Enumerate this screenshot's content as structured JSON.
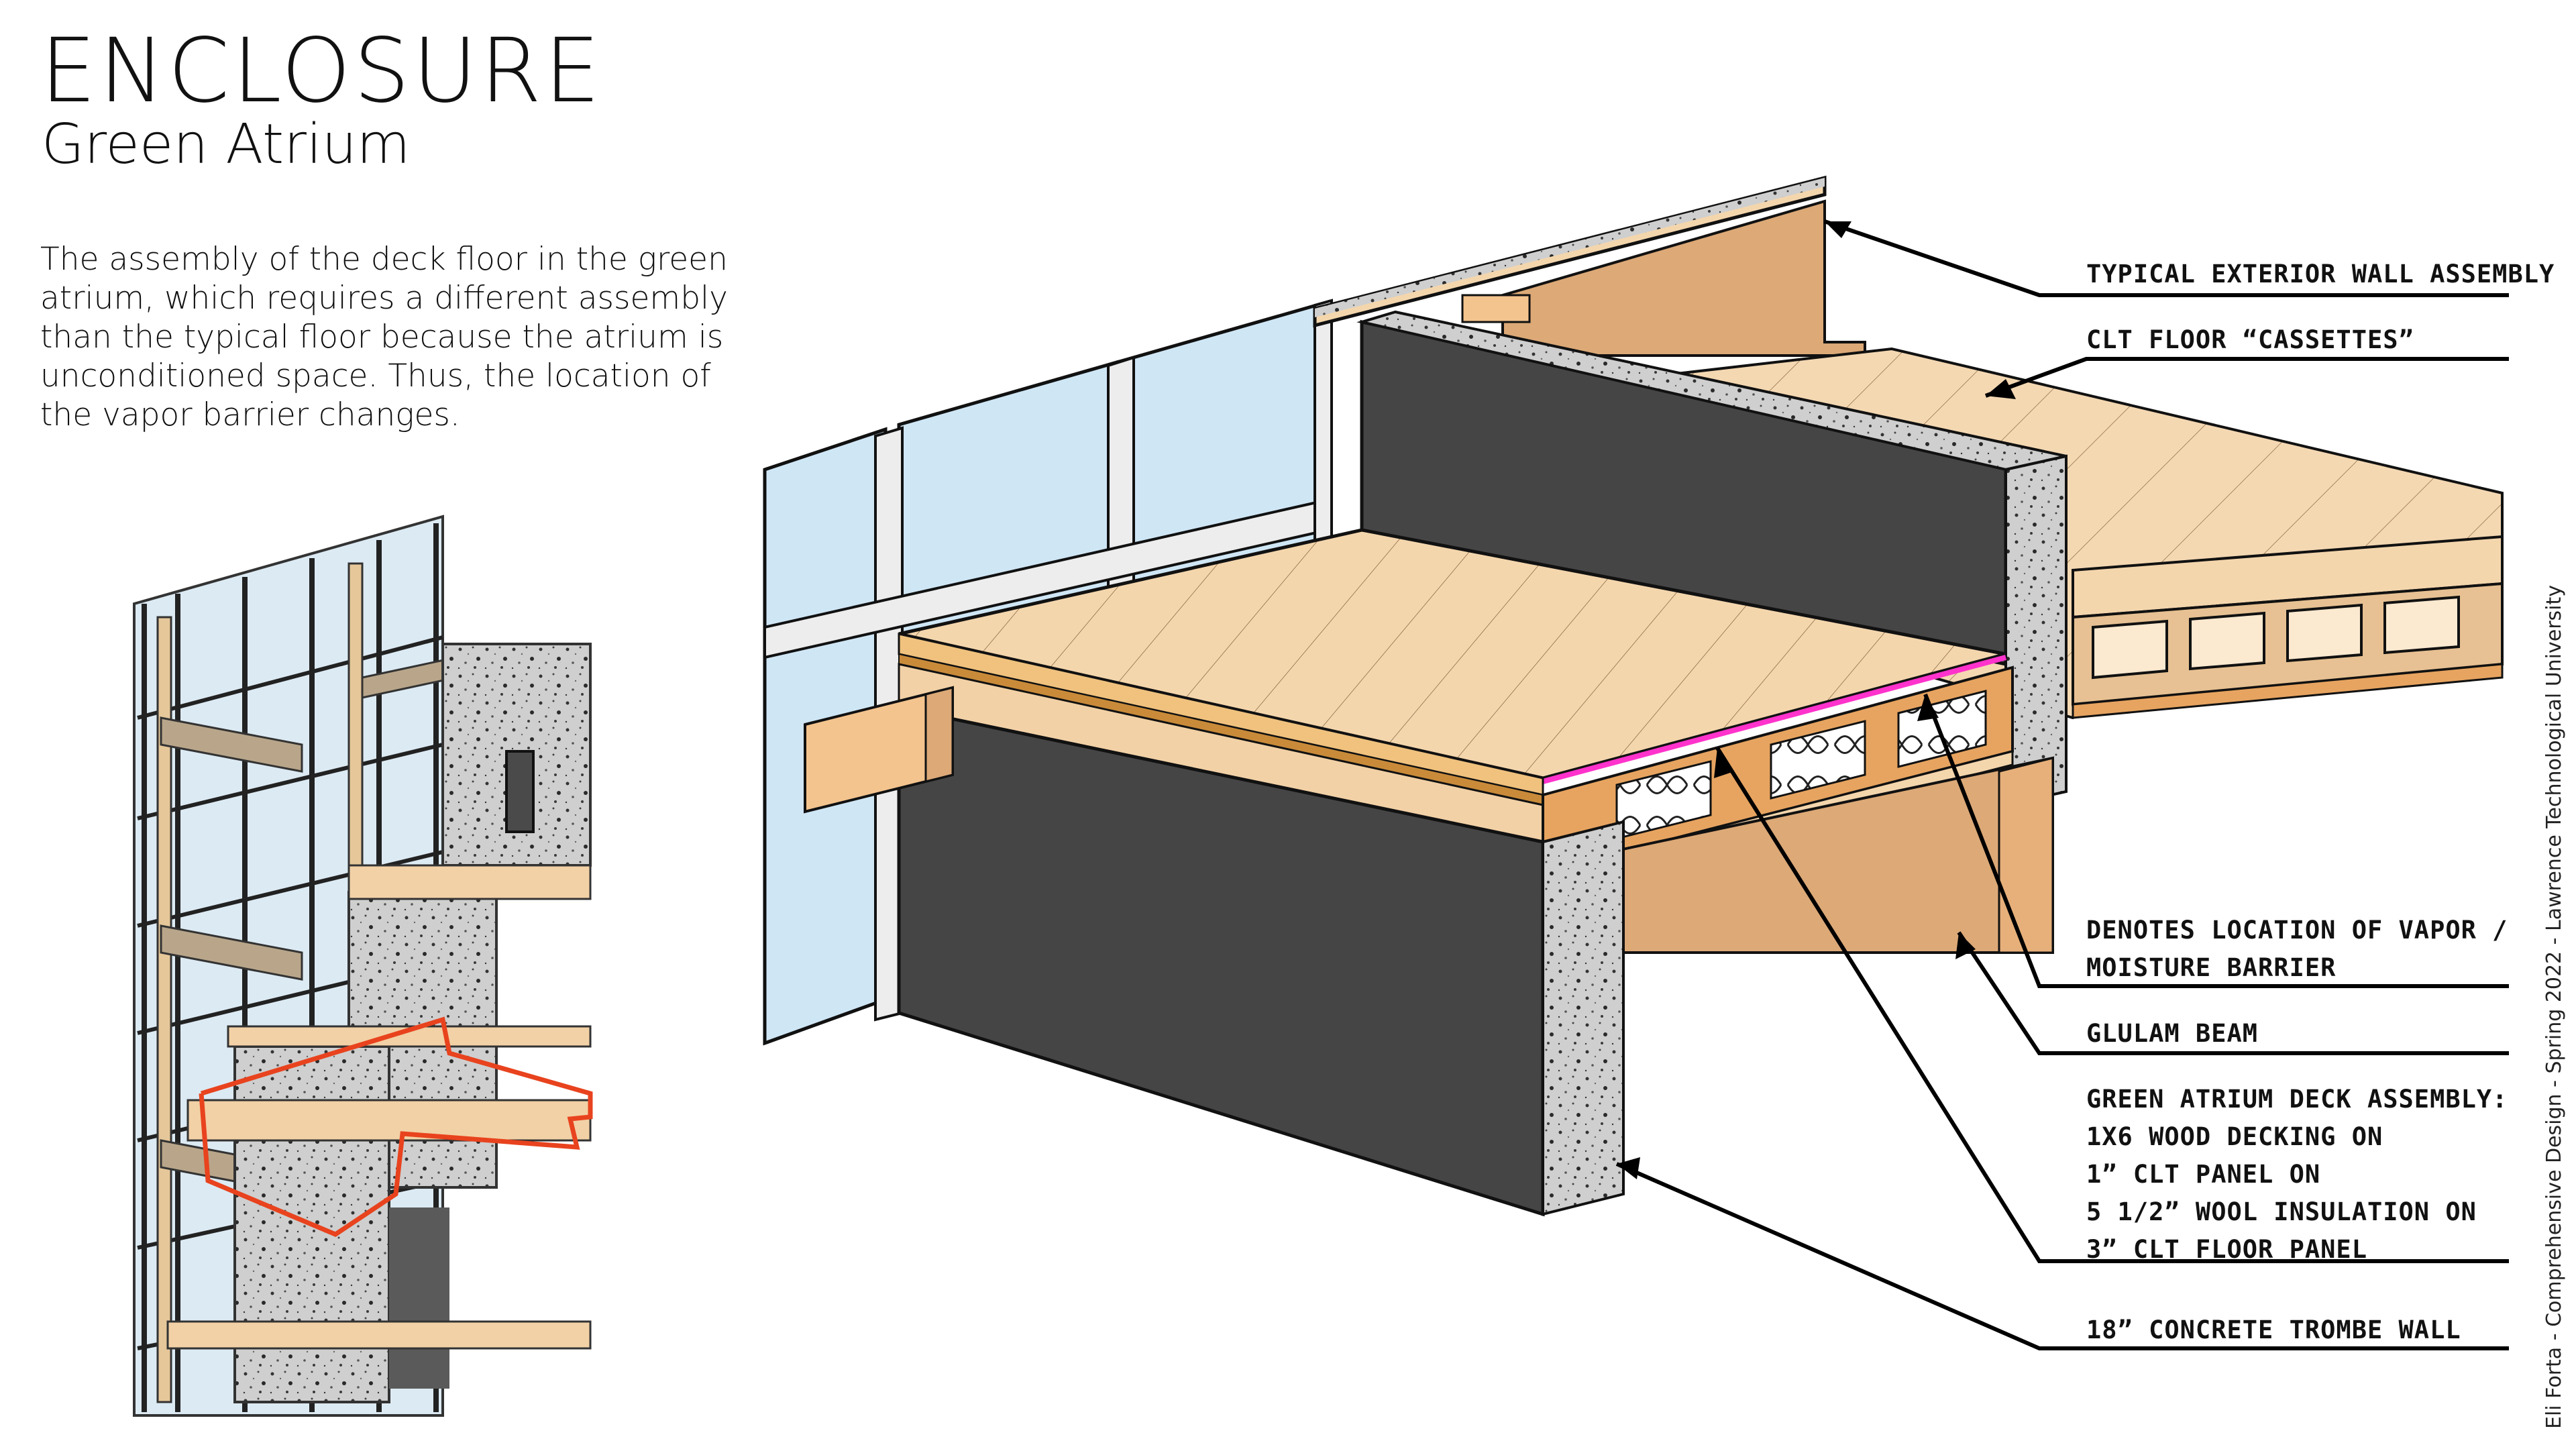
{
  "header": {
    "title": "ENCLOSURE",
    "subtitle": "Green Atrium"
  },
  "description": [
    "The assembly of the deck floor in the green",
    "atrium, which requires a different assembly",
    "than the typical floor because the atrium is",
    "unconditioned space. Thus, the location of",
    "the vapor barrier changes."
  ],
  "callouts": {
    "typical_wall": "Typical exterior wall assembly",
    "clt_cassettes": "CLT floor “cassettes”",
    "vapor_1": "Denotes location of vapor /",
    "vapor_2": "moisture barrier",
    "glulam": "Glulam beam",
    "deck_1": "Green atrium deck assembly:",
    "deck_2": "1x6 wood decking on",
    "deck_3": "1” CLT panel on",
    "deck_4": "5 1/2” wool insulation on",
    "deck_5": "3” CLT floor panel",
    "trombe": "18” concrete trombe wall"
  },
  "credit": "Eli Forta - Comprehensive Design - Spring 2022 - Lawrence Technological University",
  "colors": {
    "vapor_barrier": "#ff33cc",
    "highlight_outline": "#e8431e",
    "glass": "#cfe6f5",
    "concrete_dark": "#454545",
    "concrete_speckled": "#c8c8c8",
    "wood_light": "#f2d3a8",
    "wood_mid": "#d9a772",
    "clt_orange": "#e7a460"
  }
}
